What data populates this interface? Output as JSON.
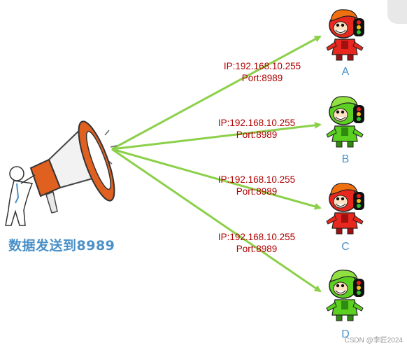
{
  "caption": "数据发送到8989",
  "watermark": "CSDN @李匠2024",
  "colors": {
    "arrow": "#8cd04a",
    "ip_text": "#b00000",
    "label_text": "#4a90c8",
    "robot_red": "#e8281e",
    "robot_green": "#5cd020",
    "megaphone_orange": "#e06020"
  },
  "nodes": [
    {
      "id": "A",
      "label": "A",
      "ip": "IP:192.168.10.255",
      "port": "Port:8989",
      "robot_color": "red"
    },
    {
      "id": "B",
      "label": "B",
      "ip": "IP:192.168.10.255",
      "port": "Port:8989",
      "robot_color": "green"
    },
    {
      "id": "C",
      "label": "C",
      "ip": "IP:192.168.10.255",
      "port": "Port:8989",
      "robot_color": "red"
    },
    {
      "id": "D",
      "label": "D",
      "ip": "IP:192.168.10.255",
      "port": "Port:8989",
      "robot_color": "green"
    }
  ]
}
